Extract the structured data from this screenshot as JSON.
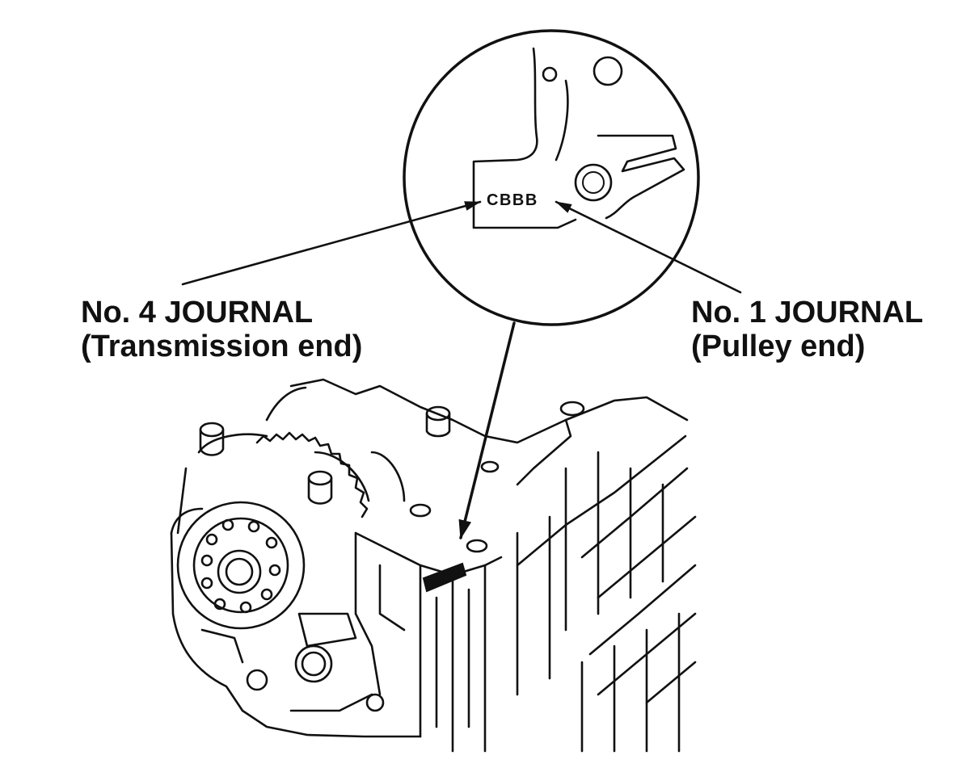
{
  "callouts": {
    "left": {
      "line1": "No. 4 JOURNAL",
      "line2": "(Transmission end)"
    },
    "right": {
      "line1": "No. 1 JOURNAL",
      "line2": "(Pulley end)"
    }
  },
  "stamp_code": "CBBB",
  "colors": {
    "ink": "#111111",
    "background": "#ffffff",
    "stamp_pad": "#111111"
  }
}
